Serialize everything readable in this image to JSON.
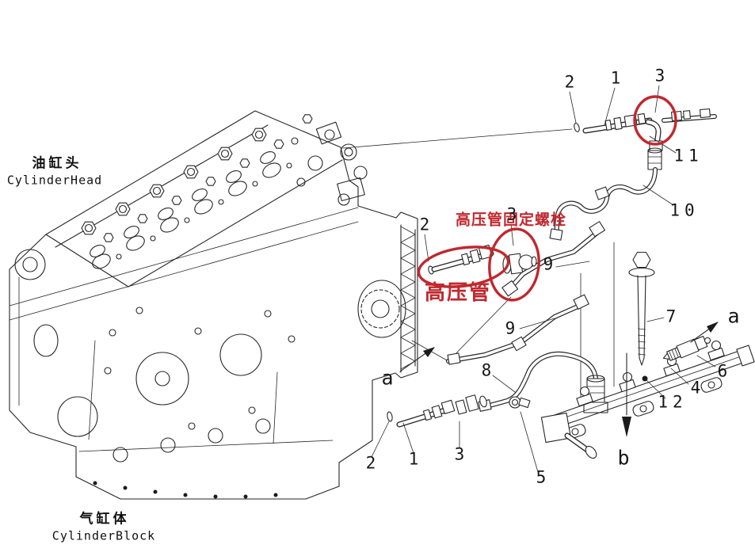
{
  "captions": {
    "cylinder_head_zh": "油缸头",
    "cylinder_head_en": "CylinderHead",
    "cylinder_block_zh": "气缸体",
    "cylinder_block_en": "CylinderBlock"
  },
  "annotations": {
    "high_pressure_pipe": "高压管",
    "high_pressure_pipe_bolt": "高压管固定螺栓",
    "highlight_color": "#c0282e"
  },
  "part_labels": [
    {
      "id": "2-top",
      "text": "2"
    },
    {
      "id": "1-top",
      "text": "1"
    },
    {
      "id": "3-top",
      "text": "3"
    },
    {
      "id": "11",
      "text": "11"
    },
    {
      "id": "10",
      "text": "10"
    },
    {
      "id": "2-mid",
      "text": "2"
    },
    {
      "id": "3-mid",
      "text": "3"
    },
    {
      "id": "9-upper",
      "text": "9"
    },
    {
      "id": "9-lower",
      "text": "9"
    },
    {
      "id": "7",
      "text": "7"
    },
    {
      "id": "a-right",
      "text": "a"
    },
    {
      "id": "6",
      "text": "6"
    },
    {
      "id": "4",
      "text": "4"
    },
    {
      "id": "12",
      "text": "12"
    },
    {
      "id": "b",
      "text": "b"
    },
    {
      "id": "8",
      "text": "8"
    },
    {
      "id": "5",
      "text": "5"
    },
    {
      "id": "2-bottom",
      "text": "2"
    },
    {
      "id": "1-bottom",
      "text": "1"
    },
    {
      "id": "3-bottom",
      "text": "3"
    },
    {
      "id": "a-left",
      "text": "a"
    }
  ]
}
